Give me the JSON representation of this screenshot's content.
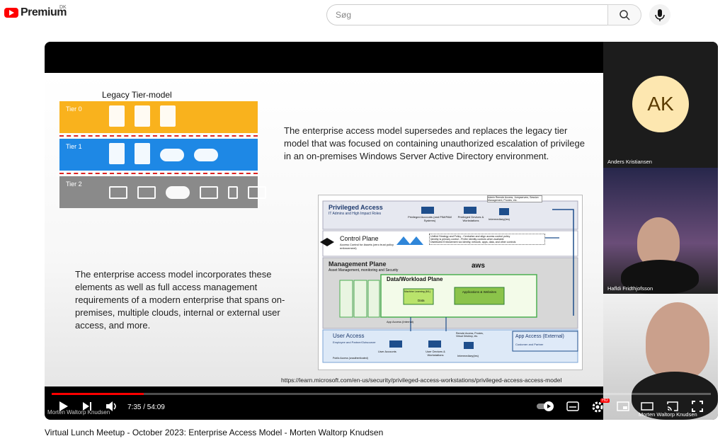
{
  "header": {
    "brand": "Premium",
    "country_code": "DK",
    "search_placeholder": "Søg"
  },
  "video": {
    "tiers": {
      "title": "Legacy Tier-model",
      "tier0": "Tier 0",
      "tier1": "Tier 1",
      "tier2": "Tier 2"
    },
    "main_text": "The enterprise access model supersedes and replaces the legacy tier model that was focused on containing unauthorized escalation of privilege in an on-premises Windows Server Active Directory environment.",
    "left_text": "The enterprise access model incorporates these elements as well as full access management requirements of a modern enterprise that spans on-premises, multiple clouds, internal or external user access, and more.",
    "diagram": {
      "privileged_access": "Privileged Access",
      "privileged_sub": "IT Admins and High Impact Roles",
      "priv_accounts": "Privileged Accounts (and PIM/PAM Systems)",
      "priv_devices": "Privileged Devices & Workstations",
      "intermediaries": "Intermediary(ies)",
      "admin_remote": "Admin Remote Access, Jumpservers, Session Management, Proxies, etc.",
      "control_plane": "Control Plane",
      "control_sub": "Access Control for Assets (zero trust policy enforcement)",
      "cp_points": [
        "Unified Strategy and Policy - Centralize and align access control policy",
        "Identity is primary control - Prefer identity controls when available",
        "Distributed Enforcement via identity, network, apps, data, and other controls"
      ],
      "management_plane": "Management Plane",
      "management_sub": "Asset Management, monitoring and Security",
      "aws": "aws",
      "data_plane": "Data/Workload Plane",
      "ml": "Machine Learning (ML)",
      "data": "Data",
      "apps": "Applications & Websites",
      "app_access_internal": "App Access (Internal)",
      "user_access": "User Access",
      "user_sub": "Employee and Partner/Outsourcer",
      "user_accounts": "User Accounts",
      "user_devices": "User Devices & Workstations",
      "user_intermediaries": "Intermediary(ies)",
      "remote_access": "Remote Access, Proxies, Virtual Desktop, etc.",
      "public_access": "Public Access (unauthenticated)",
      "app_access_external": "App Access (External)",
      "external_sub": "Customer and Partner"
    },
    "url": "https://learn.microsoft.com/en-us/security/privileged-access-workstations/privileged-access-access-model",
    "participants": [
      {
        "initials": "AK",
        "name": "Anders Kristiansen"
      },
      {
        "name": "Hafldi Fridthjofsson"
      },
      {
        "name": "Morten Waltorp Knudsen"
      }
    ],
    "presenter_caption": "Morten Waltorp Knudsen",
    "time": "7:35 / 54:09",
    "progress": 0.14,
    "quality_badge": "HD"
  },
  "title": "Virtual Lunch Meetup - October 2023: Enterprise Access Model - Morten Waltorp Knudsen",
  "colors": {
    "tier0": "#f9b21d",
    "tier1": "#1e88e5",
    "tier2": "#8a8a8a",
    "accent": "#ff0000"
  }
}
